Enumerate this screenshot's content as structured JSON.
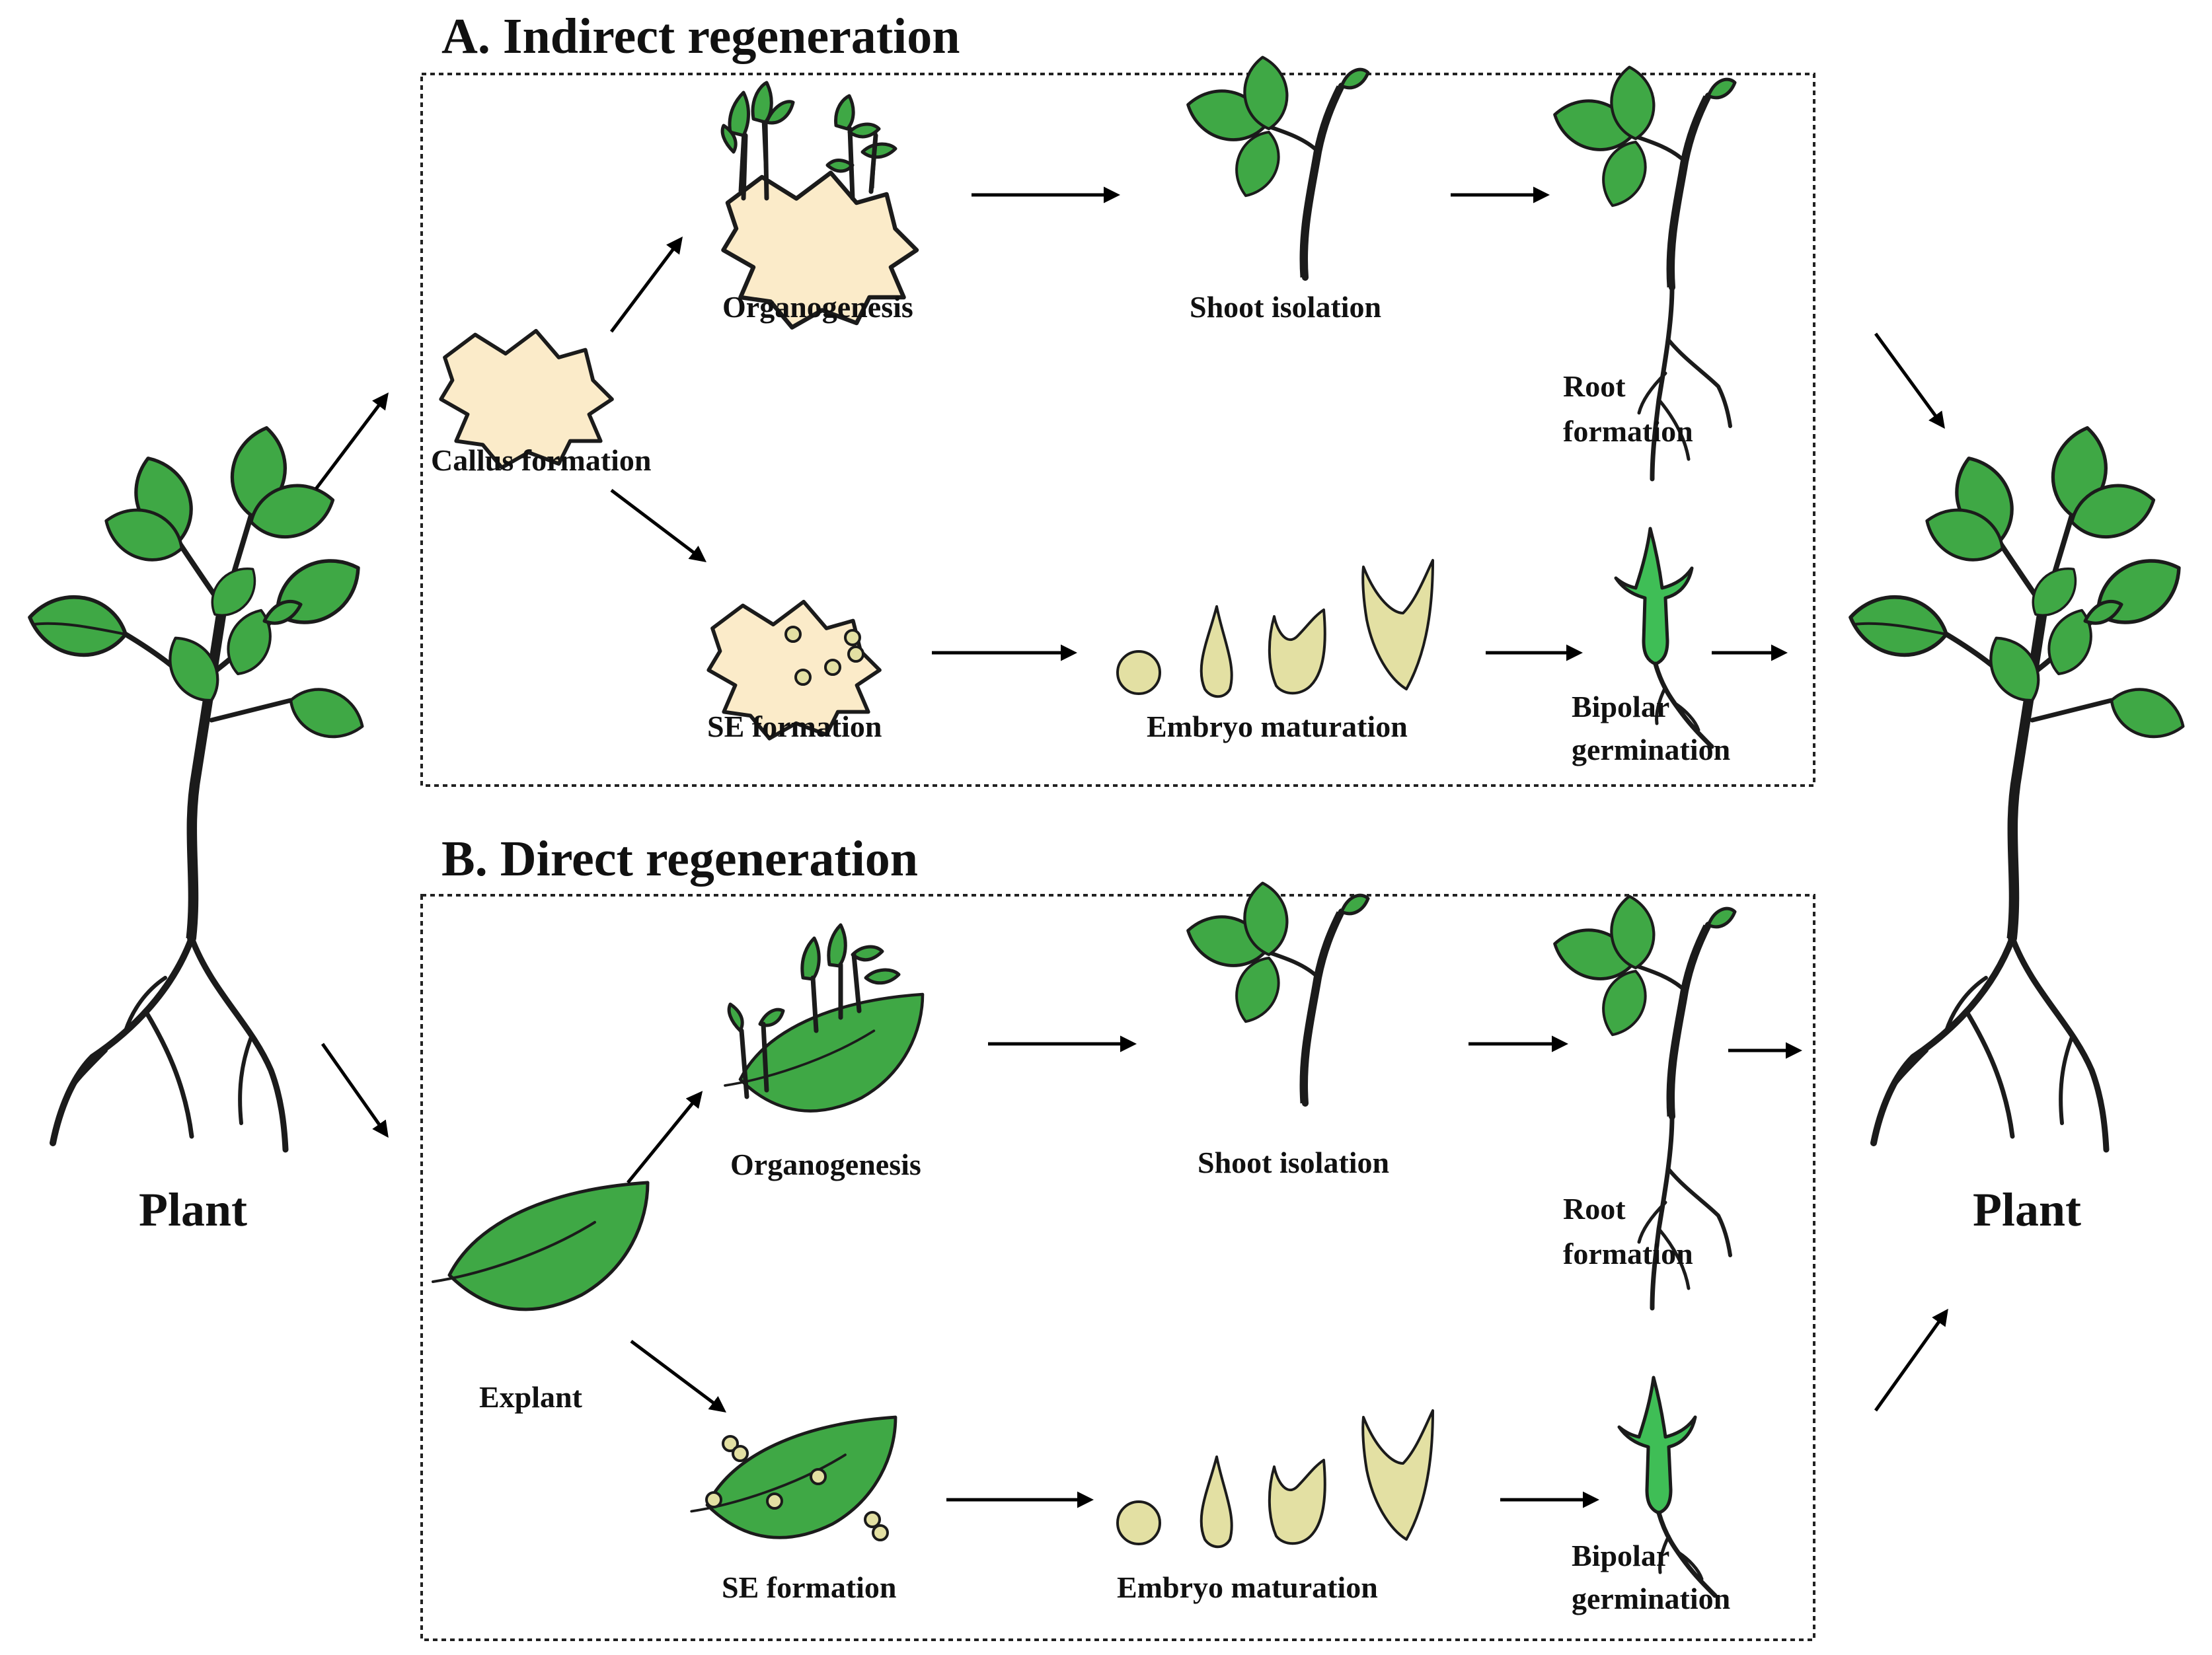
{
  "colors": {
    "leaf": "#3fa845",
    "stem": "#4b6b3b",
    "callus": "#fbebc9",
    "embryo": "#e3e0a3",
    "germ": "#3fbe56",
    "ink": "#111111"
  },
  "plant_left": {
    "label": "Plant"
  },
  "plant_right": {
    "label": "Plant"
  },
  "section_a": {
    "title": "A. Indirect regeneration",
    "callus": "Callus formation",
    "organogenesis": "Organogenesis",
    "shoot_isolation": "Shoot isolation",
    "root_formation_line1": "Root",
    "root_formation_line2": "formation",
    "se_formation": "SE formation",
    "embryo_maturation": "Embryo maturation",
    "bipolar_line1": "Bipolar",
    "bipolar_line2": "germination"
  },
  "section_b": {
    "title": "B. Direct regeneration",
    "explant": "Explant",
    "organogenesis": "Organogenesis",
    "shoot_isolation": "Shoot isolation",
    "root_formation_line1": "Root",
    "root_formation_line2": "formation",
    "se_formation": "SE formation",
    "embryo_maturation": "Embryo maturation",
    "bipolar_line1": "Bipolar",
    "bipolar_line2": "germination"
  }
}
